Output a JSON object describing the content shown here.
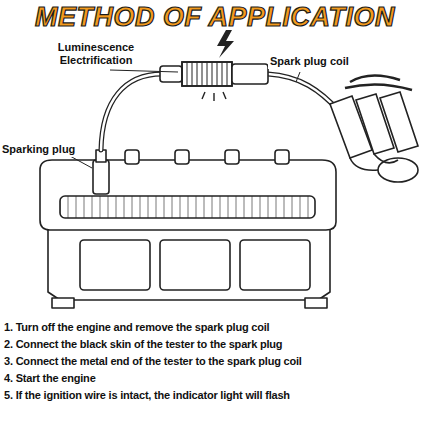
{
  "diagram": {
    "title": "METHOD OF APPLICATION",
    "labels": [
      "Luminescence Electrification",
      "Spark plug coil",
      "Sparking plug",
      "1. Turn off the engine and remove the spark plug coil",
      "2. Connect the black skin of the tester to the spark plug",
      "3. Connect the metal end of the tester to the spark plug coil",
      "4. Start the engine",
      "5. If the ignition wire is intact, the indicator light will flash"
    ]
  }
}
